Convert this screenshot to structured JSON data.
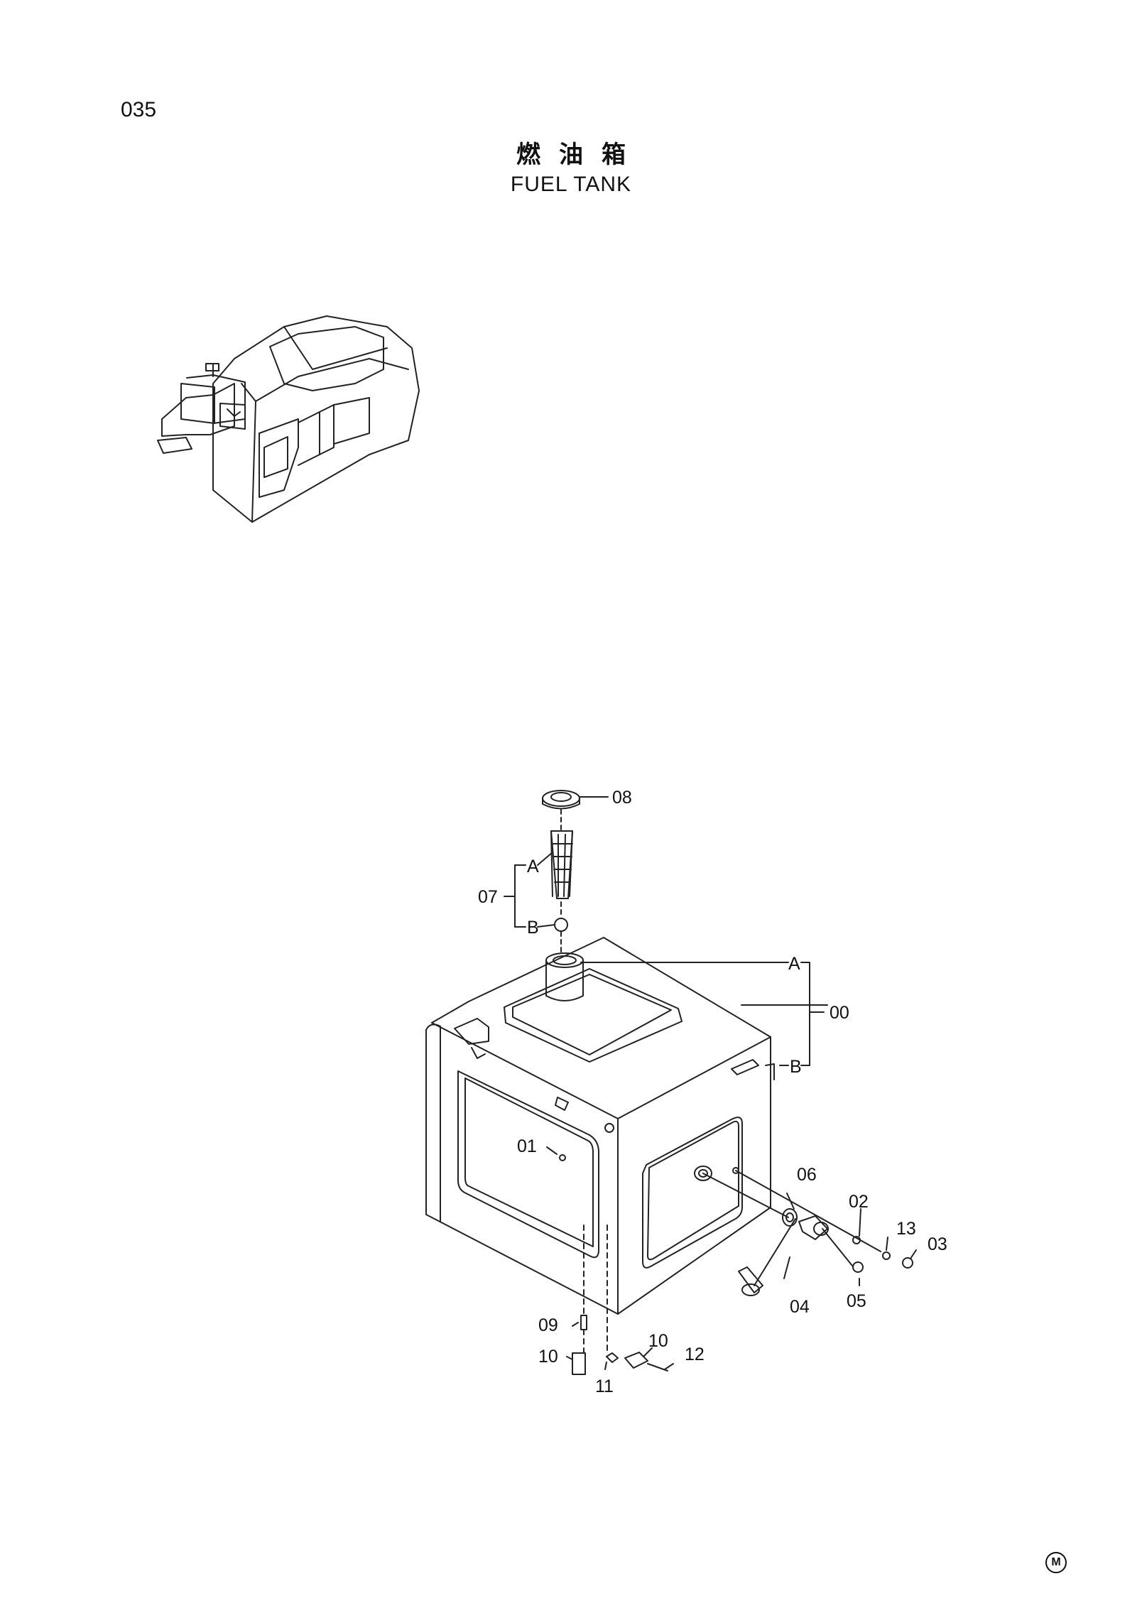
{
  "page": {
    "number": "035"
  },
  "title": {
    "chinese": "燃油箱",
    "english": "FUEL TANK"
  },
  "callouts": {
    "c00": "00",
    "c01": "01",
    "c02": "02",
    "c03": "03",
    "c04": "04",
    "c05": "05",
    "c06": "06",
    "c07": "07",
    "c08": "08",
    "c09": "09",
    "c10a": "10",
    "c10b": "10",
    "c11": "11",
    "c12": "12",
    "c13": "13",
    "a1": "A",
    "b1": "B",
    "a2": "A",
    "b2": "B"
  },
  "footer": {
    "mark": "M"
  },
  "icons": [
    "excavator-overview-icon",
    "fuel-tank-exploded-diagram"
  ]
}
